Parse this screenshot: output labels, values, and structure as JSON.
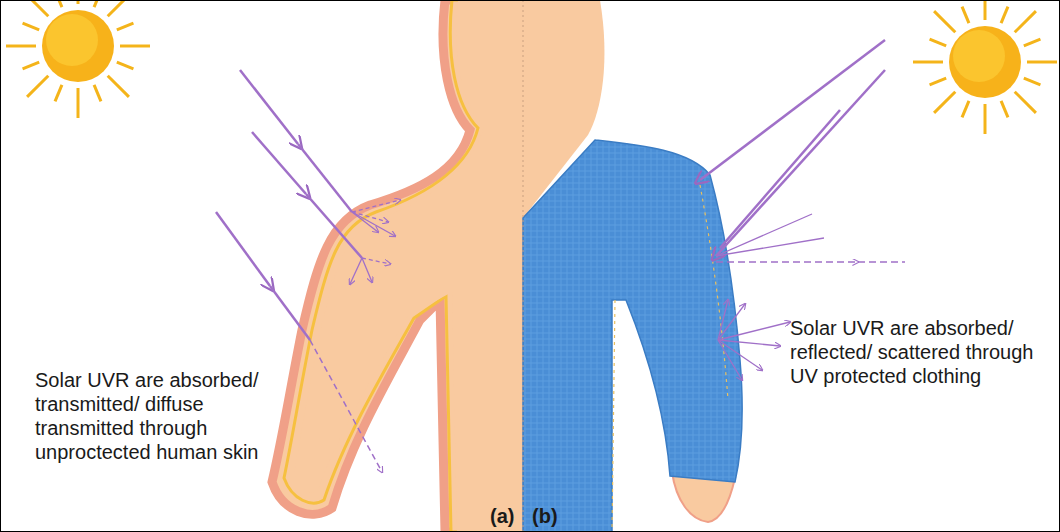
{
  "diagram": {
    "labels": [
      "Solar UVR are absorbed/ transmitted/ diffuse transmitted through unproctected human skin",
      "Solar UVR are absorbed/ reflected/ scattered through UV protected clothing",
      "(a)",
      "(b)"
    ]
  }
}
